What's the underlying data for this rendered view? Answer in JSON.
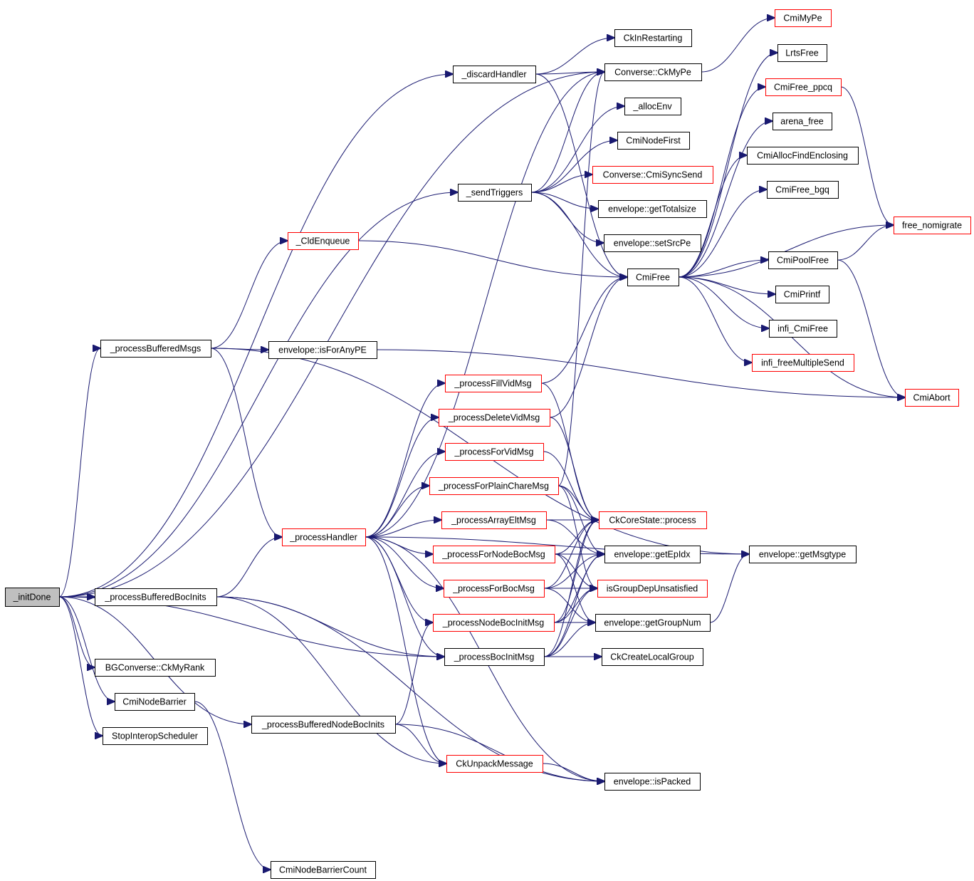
{
  "diagram": {
    "type": "call-graph",
    "colors": {
      "edge": "#191970",
      "node_border_normal": "#000000",
      "node_border_truncated": "#ff0000",
      "root_fill": "#bfbfbf",
      "node_fill": "#ffffff"
    },
    "nodes": [
      {
        "id": "initDone",
        "label": "_initDone",
        "kind": "root"
      },
      {
        "id": "discardHandler",
        "label": "_discardHandler",
        "kind": "normal"
      },
      {
        "id": "CkInRestarting",
        "label": "CkInRestarting",
        "kind": "normal"
      },
      {
        "id": "ConverseCkMyPe",
        "label": "Converse::CkMyPe",
        "kind": "normal"
      },
      {
        "id": "CmiMyPe",
        "label": "CmiMyPe",
        "kind": "truncated"
      },
      {
        "id": "LrtsFree",
        "label": "LrtsFree",
        "kind": "normal"
      },
      {
        "id": "CmiFree_ppcq",
        "label": "CmiFree_ppcq",
        "kind": "truncated"
      },
      {
        "id": "allocEnv",
        "label": "_allocEnv",
        "kind": "normal"
      },
      {
        "id": "arena_free",
        "label": "arena_free",
        "kind": "normal"
      },
      {
        "id": "CmiNodeFirst",
        "label": "CmiNodeFirst",
        "kind": "normal"
      },
      {
        "id": "CmiAllocFindEnclosing",
        "label": "CmiAllocFindEnclosing",
        "kind": "normal"
      },
      {
        "id": "CmiSyncSend",
        "label": "Converse::CmiSyncSend",
        "kind": "truncated"
      },
      {
        "id": "sendTriggers",
        "label": "_sendTriggers",
        "kind": "normal"
      },
      {
        "id": "CmiFree_bgq",
        "label": "CmiFree_bgq",
        "kind": "normal"
      },
      {
        "id": "getTotalsize",
        "label": "envelope::getTotalsize",
        "kind": "normal"
      },
      {
        "id": "free_nomigrate",
        "label": "free_nomigrate",
        "kind": "truncated"
      },
      {
        "id": "CldEnqueue",
        "label": "_CldEnqueue",
        "kind": "truncated"
      },
      {
        "id": "setSrcPe",
        "label": "envelope::setSrcPe",
        "kind": "normal"
      },
      {
        "id": "CmiPoolFree",
        "label": "CmiPoolFree",
        "kind": "normal"
      },
      {
        "id": "CmiFree",
        "label": "CmiFree",
        "kind": "normal"
      },
      {
        "id": "CmiPrintf",
        "label": "CmiPrintf",
        "kind": "normal"
      },
      {
        "id": "infi_CmiFree",
        "label": "infi_CmiFree",
        "kind": "normal"
      },
      {
        "id": "processBufferedMsgs",
        "label": "_processBufferedMsgs",
        "kind": "normal"
      },
      {
        "id": "isForAnyPE",
        "label": "envelope::isForAnyPE",
        "kind": "normal"
      },
      {
        "id": "infi_freeMultipleSend",
        "label": "infi_freeMultipleSend",
        "kind": "truncated"
      },
      {
        "id": "processFillVidMsg",
        "label": "_processFillVidMsg",
        "kind": "truncated"
      },
      {
        "id": "CmiAbort",
        "label": "CmiAbort",
        "kind": "truncated"
      },
      {
        "id": "processDeleteVidMsg",
        "label": "_processDeleteVidMsg",
        "kind": "truncated"
      },
      {
        "id": "processForVidMsg",
        "label": "_processForVidMsg",
        "kind": "truncated"
      },
      {
        "id": "processForPlainChareMsg",
        "label": "_processForPlainChareMsg",
        "kind": "truncated"
      },
      {
        "id": "processArrayEltMsg",
        "label": "_processArrayEltMsg",
        "kind": "truncated"
      },
      {
        "id": "CkCoreStateProcess",
        "label": "CkCoreState::process",
        "kind": "truncated"
      },
      {
        "id": "processHandler",
        "label": "_processHandler",
        "kind": "truncated"
      },
      {
        "id": "processForNodeBocMsg",
        "label": "_processForNodeBocMsg",
        "kind": "truncated"
      },
      {
        "id": "getEpIdx",
        "label": "envelope::getEpIdx",
        "kind": "normal"
      },
      {
        "id": "getMsgtype",
        "label": "envelope::getMsgtype",
        "kind": "normal"
      },
      {
        "id": "processForBocMsg",
        "label": "_processForBocMsg",
        "kind": "truncated"
      },
      {
        "id": "isGroupDepUnsatisfied",
        "label": "isGroupDepUnsatisfied",
        "kind": "truncated"
      },
      {
        "id": "processBufferedBocInits",
        "label": "_processBufferedBocInits",
        "kind": "normal"
      },
      {
        "id": "processNodeBocInitMsg",
        "label": "_processNodeBocInitMsg",
        "kind": "truncated"
      },
      {
        "id": "getGroupNum",
        "label": "envelope::getGroupNum",
        "kind": "normal"
      },
      {
        "id": "processBocInitMsg",
        "label": "_processBocInitMsg",
        "kind": "normal"
      },
      {
        "id": "CkCreateLocalGroup",
        "label": "CkCreateLocalGroup",
        "kind": "normal"
      },
      {
        "id": "BGCkMyRank",
        "label": "BGConverse::CkMyRank",
        "kind": "normal"
      },
      {
        "id": "CmiNodeBarrier",
        "label": "CmiNodeBarrier",
        "kind": "normal"
      },
      {
        "id": "processBufferedNodeBocInits",
        "label": "_processBufferedNodeBocInits",
        "kind": "normal"
      },
      {
        "id": "StopInteropScheduler",
        "label": "StopInteropScheduler",
        "kind": "normal"
      },
      {
        "id": "CkUnpackMessage",
        "label": "CkUnpackMessage",
        "kind": "truncated"
      },
      {
        "id": "isPacked",
        "label": "envelope::isPacked",
        "kind": "normal"
      },
      {
        "id": "CmiNodeBarrierCount",
        "label": "CmiNodeBarrierCount",
        "kind": "normal"
      }
    ],
    "edges": [
      [
        "initDone",
        "discardHandler"
      ],
      [
        "initDone",
        "ConverseCkMyPe"
      ],
      [
        "initDone",
        "sendTriggers"
      ],
      [
        "initDone",
        "processBufferedMsgs"
      ],
      [
        "initDone",
        "processBufferedBocInits"
      ],
      [
        "initDone",
        "BGCkMyRank"
      ],
      [
        "initDone",
        "CmiNodeBarrier"
      ],
      [
        "initDone",
        "StopInteropScheduler"
      ],
      [
        "initDone",
        "processBufferedNodeBocInits"
      ],
      [
        "initDone",
        "processBocInitMsg"
      ],
      [
        "discardHandler",
        "CkInRestarting"
      ],
      [
        "discardHandler",
        "ConverseCkMyPe"
      ],
      [
        "discardHandler",
        "CmiFree"
      ],
      [
        "ConverseCkMyPe",
        "CmiMyPe"
      ],
      [
        "sendTriggers",
        "ConverseCkMyPe"
      ],
      [
        "sendTriggers",
        "allocEnv"
      ],
      [
        "sendTriggers",
        "CmiNodeFirst"
      ],
      [
        "sendTriggers",
        "CmiSyncSend"
      ],
      [
        "sendTriggers",
        "getTotalsize"
      ],
      [
        "sendTriggers",
        "setSrcPe"
      ],
      [
        "sendTriggers",
        "CmiFree"
      ],
      [
        "CldEnqueue",
        "CmiFree"
      ],
      [
        "CmiFree",
        "LrtsFree"
      ],
      [
        "CmiFree",
        "CmiFree_ppcq"
      ],
      [
        "CmiFree",
        "arena_free"
      ],
      [
        "CmiFree",
        "CmiAllocFindEnclosing"
      ],
      [
        "CmiFree",
        "CmiFree_bgq"
      ],
      [
        "CmiFree",
        "free_nomigrate"
      ],
      [
        "CmiFree",
        "CmiPoolFree"
      ],
      [
        "CmiFree",
        "CmiPrintf"
      ],
      [
        "CmiFree",
        "infi_CmiFree"
      ],
      [
        "CmiFree",
        "infi_freeMultipleSend"
      ],
      [
        "CmiFree",
        "CmiAbort"
      ],
      [
        "CmiFree_ppcq",
        "free_nomigrate"
      ],
      [
        "CmiPoolFree",
        "free_nomigrate"
      ],
      [
        "CmiPoolFree",
        "CmiAbort"
      ],
      [
        "processBufferedMsgs",
        "CldEnqueue"
      ],
      [
        "processBufferedMsgs",
        "isForAnyPE"
      ],
      [
        "processBufferedMsgs",
        "getMsgtype"
      ],
      [
        "processBufferedMsgs",
        "processHandler"
      ],
      [
        "isForAnyPE",
        "CmiAbort"
      ],
      [
        "processHandler",
        "ConverseCkMyPe"
      ],
      [
        "processHandler",
        "processFillVidMsg"
      ],
      [
        "processHandler",
        "processDeleteVidMsg"
      ],
      [
        "processHandler",
        "processForVidMsg"
      ],
      [
        "processHandler",
        "processForPlainChareMsg"
      ],
      [
        "processHandler",
        "processArrayEltMsg"
      ],
      [
        "processHandler",
        "processForNodeBocMsg"
      ],
      [
        "processHandler",
        "processForBocMsg"
      ],
      [
        "processHandler",
        "processNodeBocInitMsg"
      ],
      [
        "processHandler",
        "processBocInitMsg"
      ],
      [
        "processHandler",
        "getMsgtype"
      ],
      [
        "processHandler",
        "CkUnpackMessage"
      ],
      [
        "processHandler",
        "isPacked"
      ],
      [
        "processFillVidMsg",
        "CmiFree"
      ],
      [
        "processFillVidMsg",
        "CkCoreStateProcess"
      ],
      [
        "processDeleteVidMsg",
        "CmiFree"
      ],
      [
        "processDeleteVidMsg",
        "CkCoreStateProcess"
      ],
      [
        "processForVidMsg",
        "CkCoreStateProcess"
      ],
      [
        "processForPlainChareMsg",
        "ConverseCkMyPe"
      ],
      [
        "processForPlainChareMsg",
        "CkCoreStateProcess"
      ],
      [
        "processForPlainChareMsg",
        "getEpIdx"
      ],
      [
        "processForPlainChareMsg",
        "isGroupDepUnsatisfied"
      ],
      [
        "processArrayEltMsg",
        "CkCoreStateProcess"
      ],
      [
        "processArrayEltMsg",
        "getEpIdx"
      ],
      [
        "processForNodeBocMsg",
        "CkCoreStateProcess"
      ],
      [
        "processForNodeBocMsg",
        "getEpIdx"
      ],
      [
        "processForNodeBocMsg",
        "isGroupDepUnsatisfied"
      ],
      [
        "processForNodeBocMsg",
        "getGroupNum"
      ],
      [
        "processForBocMsg",
        "CkCoreStateProcess"
      ],
      [
        "processForBocMsg",
        "getEpIdx"
      ],
      [
        "processForBocMsg",
        "isGroupDepUnsatisfied"
      ],
      [
        "processForBocMsg",
        "getGroupNum"
      ],
      [
        "processNodeBocInitMsg",
        "CkCoreStateProcess"
      ],
      [
        "processNodeBocInitMsg",
        "getEpIdx"
      ],
      [
        "processNodeBocInitMsg",
        "isGroupDepUnsatisfied"
      ],
      [
        "processNodeBocInitMsg",
        "getGroupNum"
      ],
      [
        "processBocInitMsg",
        "CkCoreStateProcess"
      ],
      [
        "processBocInitMsg",
        "getEpIdx"
      ],
      [
        "processBocInitMsg",
        "isGroupDepUnsatisfied"
      ],
      [
        "processBocInitMsg",
        "getGroupNum"
      ],
      [
        "processBocInitMsg",
        "CkCreateLocalGroup"
      ],
      [
        "getGroupNum",
        "getMsgtype"
      ],
      [
        "processBufferedBocInits",
        "processHandler"
      ],
      [
        "processBufferedBocInits",
        "processBocInitMsg"
      ],
      [
        "processBufferedBocInits",
        "CkUnpackMessage"
      ],
      [
        "processBufferedBocInits",
        "isPacked"
      ],
      [
        "processBufferedNodeBocInits",
        "processNodeBocInitMsg"
      ],
      [
        "processBufferedNodeBocInits",
        "CkUnpackMessage"
      ],
      [
        "processBufferedNodeBocInits",
        "isPacked"
      ],
      [
        "CmiNodeBarrier",
        "CmiNodeBarrierCount"
      ],
      [
        "CkUnpackMessage",
        "isPacked"
      ]
    ]
  }
}
